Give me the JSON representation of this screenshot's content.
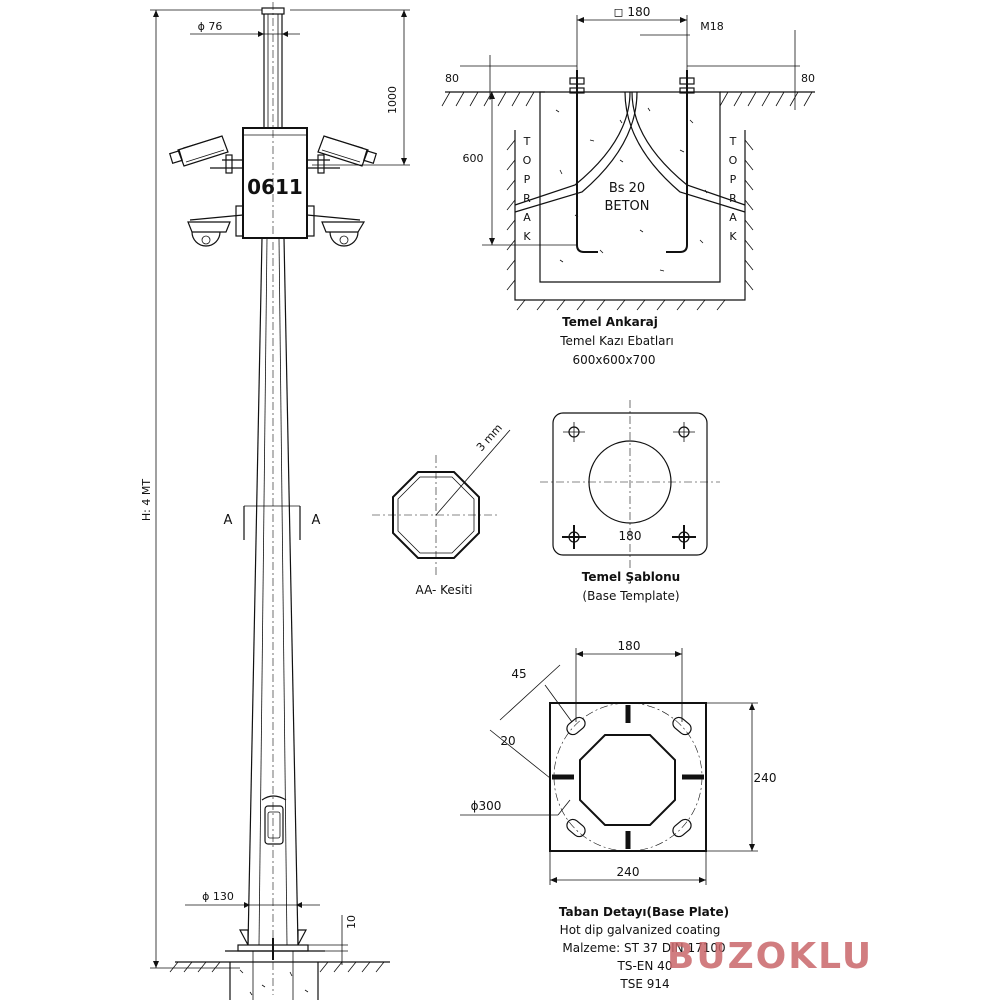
{
  "pole": {
    "box_number": "0611",
    "top_diameter": "ϕ 76",
    "bottom_diameter": "ϕ 130",
    "height_label": "H: 4 MT",
    "top_height": "1000",
    "base_height": "10",
    "section_mark": "A"
  },
  "foundation": {
    "bolt_spacing": "◻ 180",
    "bolt_size": "M18",
    "protrusion_left": "80",
    "protrusion_right": "80",
    "depth": "600",
    "soil_label": [
      "T",
      "O",
      "P",
      "R",
      "A",
      "K"
    ],
    "concrete_line1": "Bs 20",
    "concrete_line2": "BETON",
    "title": "Temel Ankaraj",
    "subtitle": "Temel Kazı Ebatları",
    "dims": "600x600x700"
  },
  "section": {
    "thickness": "3 mm",
    "title": "AA- Kesiti"
  },
  "template": {
    "spacing": "180",
    "title": "Temel Şablonu",
    "subtitle": "(Base Template)"
  },
  "baseplate": {
    "top_dim": "180",
    "angle": "45",
    "slot": "20",
    "diameter": "ϕ300",
    "side_dim": "240",
    "bottom_dim": "240",
    "title": "Taban Detayı(Base Plate)",
    "line1": "Hot dip galvanized coating",
    "line2": "Malzeme: ST 37  DIN  17100",
    "line3": "TS-EN 40",
    "line4": "TSE 914"
  },
  "watermark": "BUZOKLU",
  "colors": {
    "ink": "#111111",
    "watermark": "#c9676b"
  }
}
